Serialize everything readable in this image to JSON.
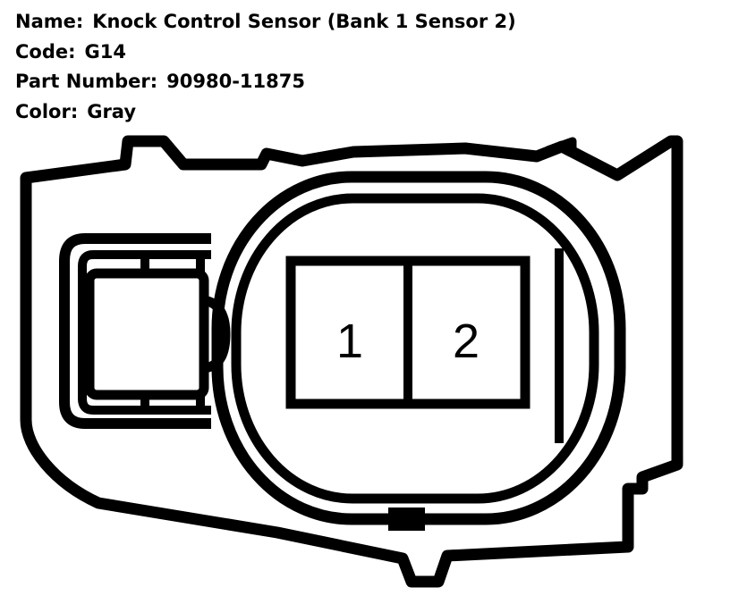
{
  "info": {
    "name_label": "Name:",
    "name_value": "Knock Control Sensor (Bank 1 Sensor 2)",
    "code_label": "Code:",
    "code_value": "G14",
    "part_label": "Part Number:",
    "part_value": "90980-11875",
    "color_label": "Color:",
    "color_value": "Gray"
  },
  "connector": {
    "pins": [
      "1",
      "2"
    ]
  }
}
